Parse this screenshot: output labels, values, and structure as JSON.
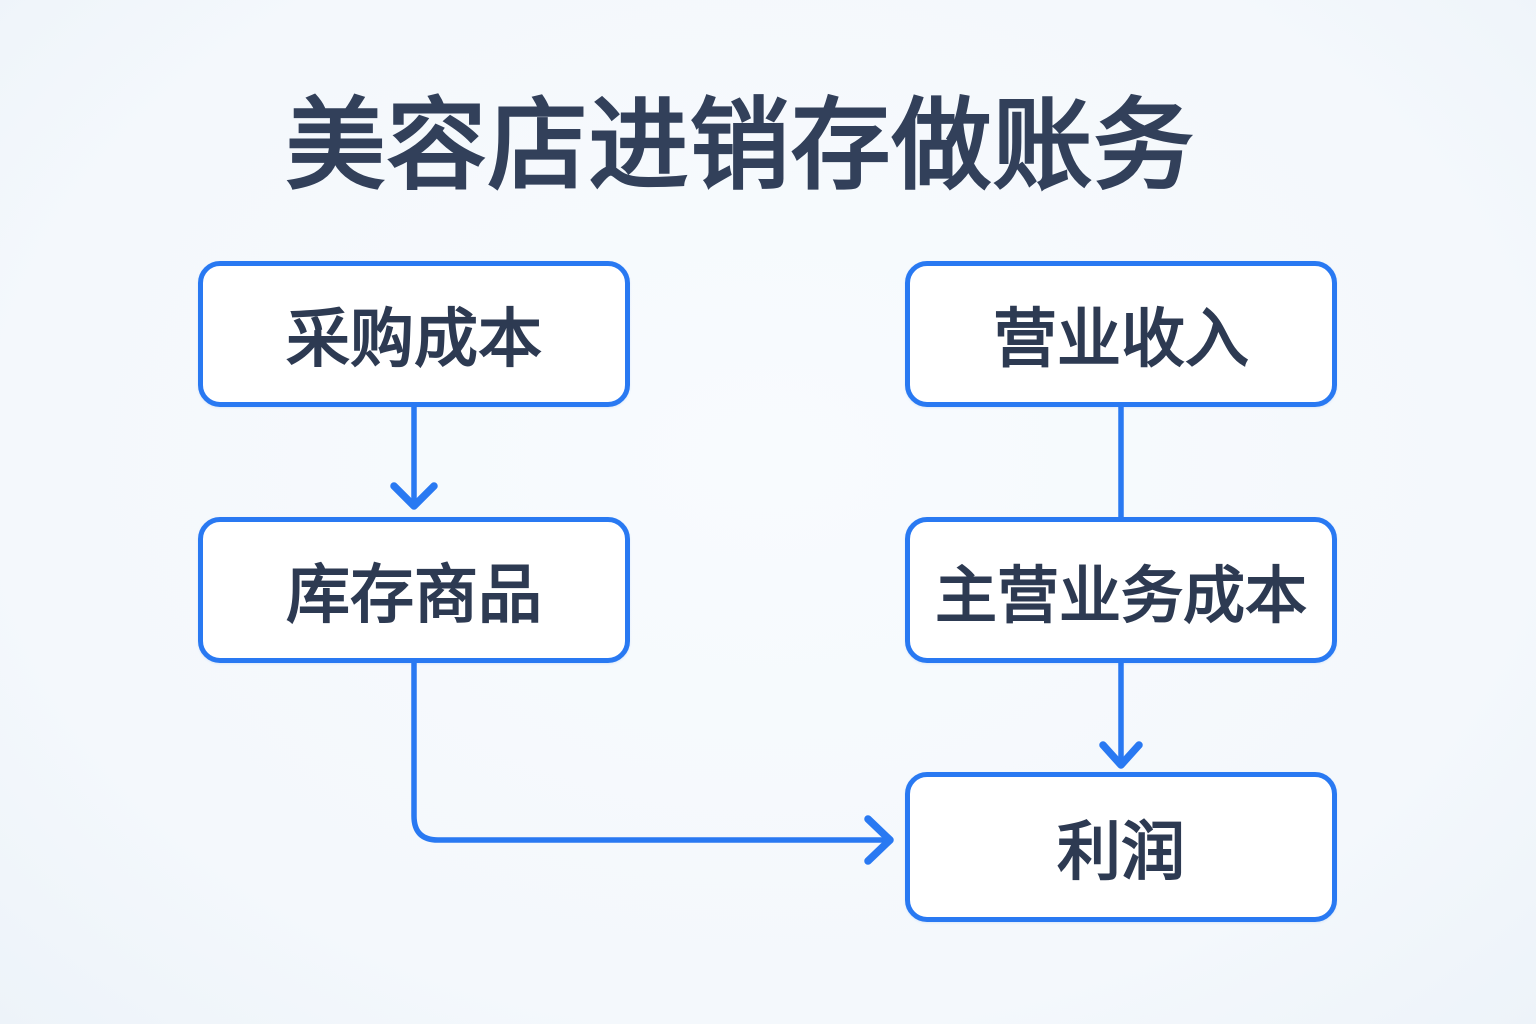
{
  "title": "美容店进销存做账务",
  "diagram": {
    "nodes": [
      {
        "id": "purchase-cost",
        "label": "采购成本"
      },
      {
        "id": "inventory-goods",
        "label": "库存商品"
      },
      {
        "id": "operating-revenue",
        "label": "营业收入"
      },
      {
        "id": "main-business-cost",
        "label": "主营业务成本"
      },
      {
        "id": "profit",
        "label": "利润"
      }
    ],
    "edges": [
      {
        "from": "purchase-cost",
        "to": "inventory-goods",
        "arrowhead": true,
        "shape": "straight-down"
      },
      {
        "from": "operating-revenue",
        "to": "main-business-cost",
        "arrowhead": false,
        "shape": "straight-down"
      },
      {
        "from": "main-business-cost",
        "to": "profit",
        "arrowhead": true,
        "shape": "straight-down"
      },
      {
        "from": "inventory-goods",
        "to": "profit",
        "arrowhead": true,
        "shape": "elbow-down-right"
      }
    ]
  },
  "colors": {
    "background": "#f4f8fc",
    "box_fill": "#ffffff",
    "box_border": "#2979f2",
    "connector": "#2979f2",
    "title_text": "#32405a",
    "box_text": "#2d3a52"
  }
}
